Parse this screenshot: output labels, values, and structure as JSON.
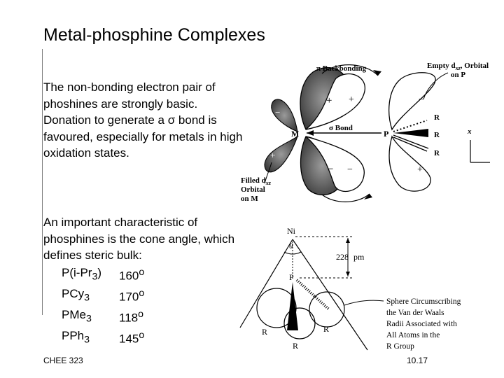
{
  "slide": {
    "title": "Metal-phosphine Complexes",
    "para1": {
      "before_sigma": "The non-bonding electron pair of phoshines are strongly basic. Donation to generate a ",
      "sigma": "σ",
      "after_sigma": " bond is favoured, especially for metals in high oxidation states."
    },
    "para2": "An important characteristic of phosphines is the cone angle, which defines steric bulk:",
    "cone_angles": [
      {
        "base": "P(i-Pr",
        "sub": "3",
        "close": ")",
        "value": "160",
        "unit": "o"
      },
      {
        "base": "PCy",
        "sub": "3",
        "close": "",
        "value": "170",
        "unit": "o"
      },
      {
        "base": "PMe",
        "sub": "3",
        "close": "",
        "value": "118",
        "unit": "o"
      },
      {
        "base": "PPh",
        "sub": "3",
        "close": "",
        "value": "145",
        "unit": "o"
      }
    ],
    "footer_left": "CHEE 323",
    "footer_right": "10.17"
  },
  "orbital_diagram": {
    "pi_label": "π Backbonding",
    "empty_label_1": "Empty d",
    "empty_label_sub": "xz",
    "empty_label_2": "Orbital",
    "empty_label_3": "on P",
    "filled_label_1": "Filled d",
    "filled_label_sub": "xz",
    "filled_label_2": "Orbital",
    "filled_label_3": "on M",
    "sigma_label": "σ Bond",
    "metal": "M",
    "phosphorus": "P",
    "r1": "R",
    "r2": "R",
    "r3": "R",
    "plus": "+",
    "minus": "−",
    "axis_x": "x"
  },
  "cone_diagram": {
    "ni": "Ni",
    "theta": "θ",
    "distance": "228",
    "unit": "pm",
    "p": "P",
    "r_left": "R",
    "r_right": "R",
    "r_bottom": "R",
    "sphere_1": "Sphere Circumscribing",
    "sphere_2": "the Van der Waals",
    "sphere_3": "Radii Associated with",
    "sphere_4": "All Atoms in the",
    "sphere_5": "R Group"
  }
}
